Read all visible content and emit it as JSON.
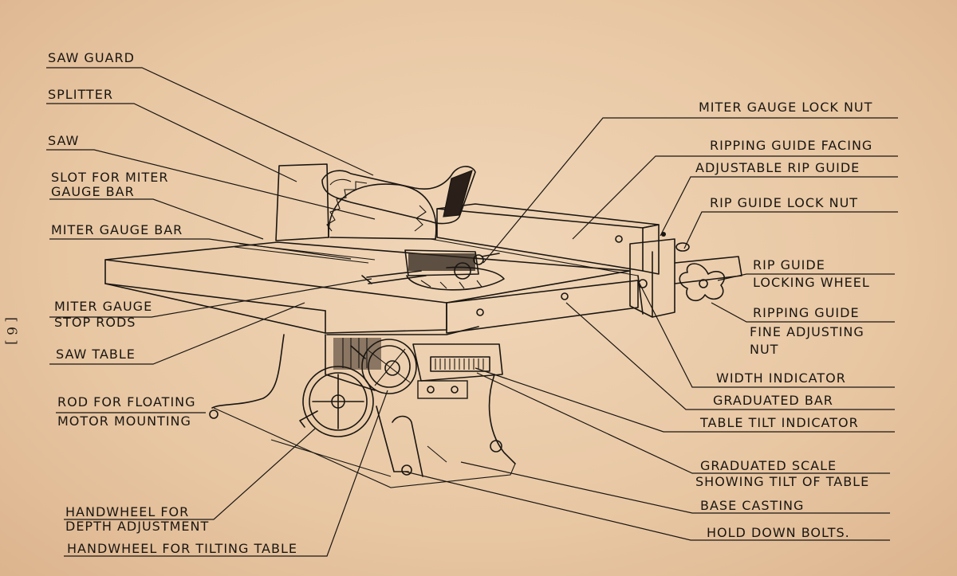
{
  "page": {
    "number": "[ 6 ]"
  },
  "labels": {
    "saw_guard": "SAW GUARD",
    "splitter": "SPLITTER",
    "saw": "SAW",
    "slot_for_miter_1": "SLOT FOR MITER",
    "slot_for_miter_2": "GAUGE BAR",
    "miter_gauge_bar": "MITER GAUGE BAR",
    "miter_gauge_stop_1": "MITER GAUGE",
    "miter_gauge_stop_2": "STOP RODS",
    "saw_table": "SAW TABLE",
    "rod_floating_1": "ROD FOR FLOATING",
    "rod_floating_2": "MOTOR MOUNTING",
    "handwheel_depth_1": "HANDWHEEL FOR",
    "handwheel_depth_2": "DEPTH ADJUSTMENT",
    "handwheel_tilting": "HANDWHEEL FOR TILTING TABLE",
    "miter_gauge_lock_nut": "MITER GAUGE LOCK NUT",
    "ripping_guide_facing": "RIPPING GUIDE FACING",
    "adjustable_rip_guide": "ADJUSTABLE RIP GUIDE",
    "rip_guide_lock_nut": "RIP GUIDE LOCK NUT",
    "rip_guide_locking_1": "RIP GUIDE",
    "rip_guide_locking_2": "LOCKING WHEEL",
    "ripping_guide_fine_1": "RIPPING GUIDE",
    "ripping_guide_fine_2": "FINE ADJUSTING",
    "ripping_guide_fine_3": "NUT",
    "width_indicator": "WIDTH INDICATOR",
    "graduated_bar": "GRADUATED BAR",
    "table_tilt_indicator": "TABLE TILT INDICATOR",
    "graduated_scale_1": "GRADUATED SCALE",
    "graduated_scale_2": "SHOWING TILT OF TABLE",
    "base_casting": "BASE CASTING",
    "hold_down_bolts": "HOLD DOWN BOLTS."
  }
}
